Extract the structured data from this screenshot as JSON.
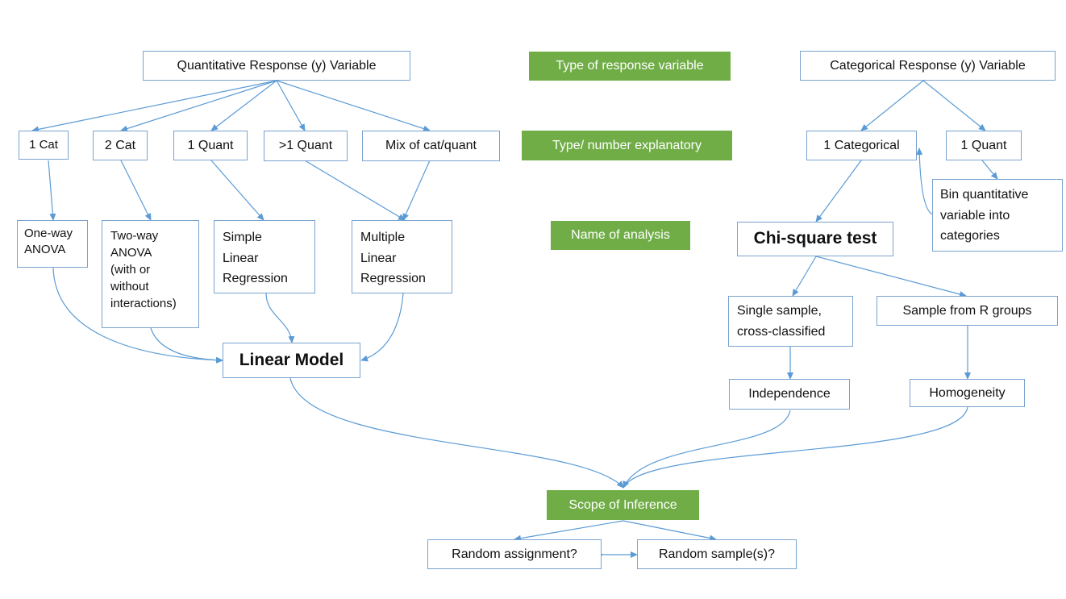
{
  "labels": {
    "type_response": "Type of response variable",
    "type_explanatory": "Type/ number explanatory",
    "name_analysis": "Name of analysis",
    "scope": "Scope of Inference"
  },
  "quantitative": {
    "root": "Quantitative Response (y) Variable",
    "explanatory": [
      "1 Cat",
      "2 Cat",
      "1 Quant",
      ">1 Quant",
      "Mix of cat/quant"
    ],
    "analyses": {
      "one_way": "One-way\nANOVA",
      "two_way": "Two-way\nANOVA\n(with or\nwithout\ninteractions)",
      "simple": "Simple\nLinear\nRegression",
      "multiple": "Multiple\nLinear\nRegression"
    },
    "model": "Linear Model"
  },
  "categorical": {
    "root": "Categorical Response (y) Variable",
    "explanatory": [
      "1 Categorical",
      "1 Quant"
    ],
    "bin": "Bin quantitative\nvariable into\ncategories",
    "test": "Chi-square test",
    "single_sample": "Single sample,\ncross-classified",
    "sample_groups": "Sample from R groups",
    "independence": "Independence",
    "homogeneity": "Homogeneity"
  },
  "scope": {
    "random_assignment": "Random assignment?",
    "random_samples": "Random sample(s)?"
  },
  "colors": {
    "label_green": "#70ad47",
    "border": "#7aa3cf",
    "arrow": "#5b9bd5"
  }
}
